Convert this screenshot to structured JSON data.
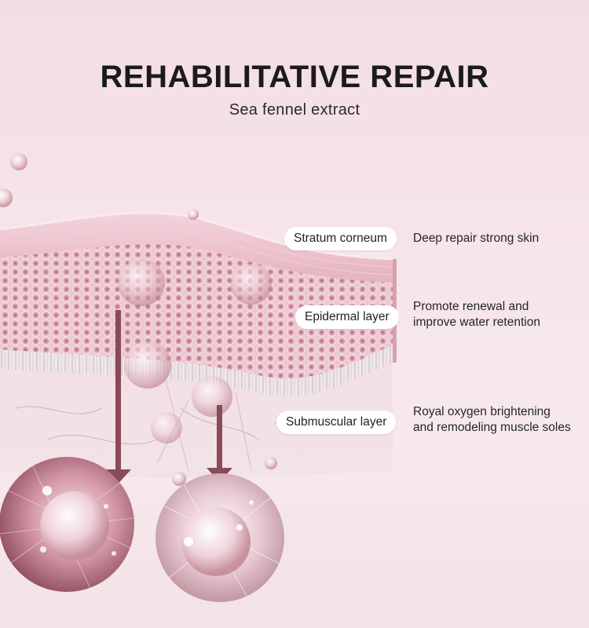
{
  "header": {
    "title": "REHABILITATIVE REPAIR",
    "subtitle": "Sea fennel extract"
  },
  "layers": [
    {
      "name": "Stratum corneum",
      "description": [
        "Deep repair strong skin"
      ]
    },
    {
      "name": "Epidermal layer",
      "description": [
        "Promote renewal and",
        "improve water retention"
      ]
    },
    {
      "name": "Submuscular layer",
      "description": [
        "Royal oxygen brightening",
        "and remodeling muscle soles"
      ]
    }
  ],
  "colors": {
    "background": "#f5e4e9",
    "arrow": "#8a4a57",
    "layer_pink": "#e7b9c4",
    "cell": "#d9a0ae",
    "label_bg": "#ffffff"
  }
}
